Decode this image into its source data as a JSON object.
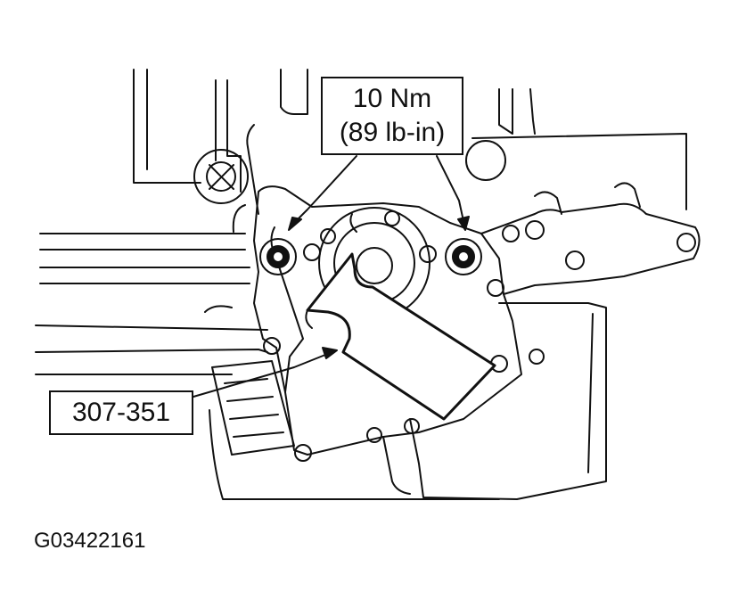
{
  "callouts": {
    "torque_value": "10 Nm",
    "torque_imperial": "(89 lb-in)",
    "tool_number": "307-351"
  },
  "figure_id": "G03422161",
  "colors": {
    "line": "#111111",
    "background": "#ffffff"
  }
}
